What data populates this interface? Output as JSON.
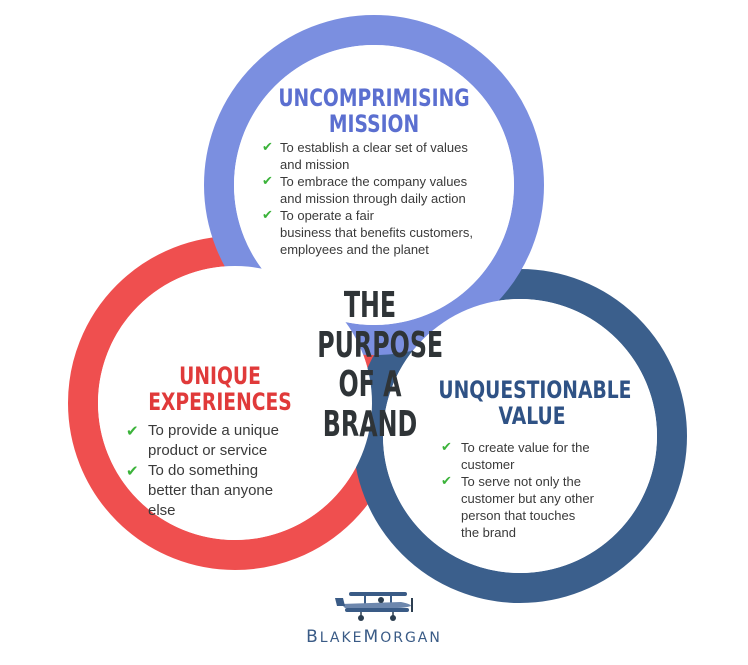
{
  "center": {
    "lines": [
      "THE",
      "PURPOSE",
      "OF A",
      "BRAND"
    ]
  },
  "mission": {
    "title_lines": [
      "UNCOMPRIMISING",
      "MISSION"
    ],
    "items": [
      [
        "To establish a clear set of values",
        "and mission"
      ],
      [
        "To embrace the company values",
        "and mission through daily action"
      ],
      [
        "To operate a fair",
        "business that benefits customers,",
        "employees and the planet"
      ]
    ]
  },
  "experiences": {
    "title_lines": [
      "UNIQUE",
      "EXPERIENCES"
    ],
    "items": [
      [
        "To provide a unique",
        "product or service"
      ],
      [
        "To do something",
        "better than anyone",
        "else"
      ]
    ]
  },
  "value": {
    "title_lines": [
      "UNQUESTIONABLE",
      "VALUE"
    ],
    "items": [
      [
        "To create value for the",
        "customer"
      ],
      [
        "To serve not only the",
        "customer but any other",
        "person that touches",
        "the brand"
      ]
    ]
  },
  "brand": {
    "first": "Blake",
    "second": "Morgan"
  },
  "colors": {
    "mission_ring": "#7b8fe0",
    "experiences_ring": "#ef4f4f",
    "value_ring": "#3b5f8c",
    "mission_title": "#5b6fd0",
    "experiences_title": "#e03a3a",
    "value_title": "#2f5285",
    "check": "#3bb33a",
    "center_title": "#2f3437"
  },
  "icons": {
    "logo": "biplane-icon",
    "bullet": "check-icon"
  }
}
